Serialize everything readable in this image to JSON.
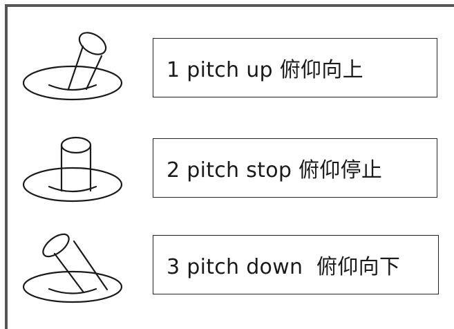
{
  "rows": [
    {
      "label": "1 pitch up 俯仰向上",
      "icon": "joystick-tilted-forward-icon"
    },
    {
      "label": "2 pitch stop 俯仰停止",
      "icon": "joystick-upright-icon"
    },
    {
      "label": "3 pitch down  俯仰向下",
      "icon": "joystick-tilted-back-icon"
    }
  ],
  "colors": {
    "stroke": "#1a1a1a",
    "frame": "#555555"
  }
}
